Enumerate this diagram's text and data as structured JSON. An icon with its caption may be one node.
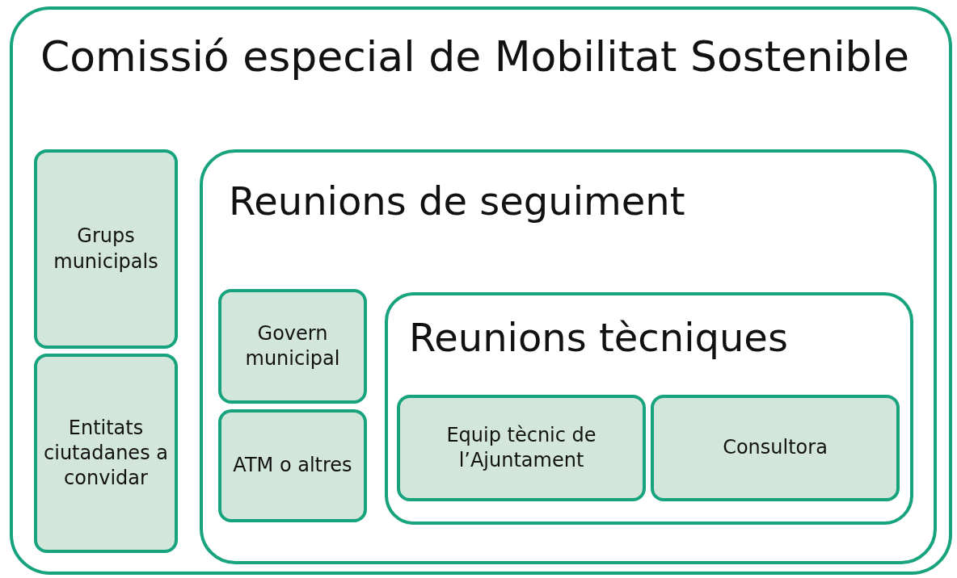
{
  "diagram": {
    "nodes": [
      {
        "text": [
          "Comissió especial de Mobilitat Sostenible"
        ]
      },
      {
        "text": [
          "Grups municipals"
        ],
        "in": 0
      },
      {
        "text": [
          "Entitats ciutadanes a convidar"
        ],
        "in": 0
      },
      {
        "text": [
          "Reunions de seguiment"
        ],
        "in": 0
      },
      {
        "text": [
          "Govern municipal"
        ],
        "in": 3
      },
      {
        "text": [
          "ATM o altres"
        ],
        "in": 3
      },
      {
        "text": [
          "Reunions tècniques"
        ],
        "in": 3
      },
      {
        "text": [
          "Equip tècnic de l’Ajuntament"
        ],
        "in": 6
      },
      {
        "text": [
          "Consultora"
        ],
        "in": 6
      }
    ]
  }
}
